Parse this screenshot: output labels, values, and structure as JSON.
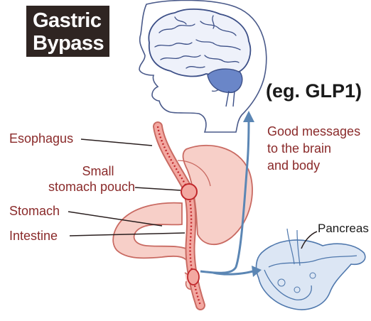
{
  "title": {
    "line1": "Gastric",
    "line2": "Bypass"
  },
  "labels": {
    "esophagus": "Esophagus",
    "small_pouch_line1": "Small",
    "small_pouch_line2": "stomach pouch",
    "stomach": "Stomach",
    "intestine": "Intestine",
    "pancreas": "Pancreas"
  },
  "hormone_label": "(eg. GLP1)",
  "messages": {
    "line1": "Good messages",
    "line2": "to the brain",
    "line3": "and body"
  },
  "colors": {
    "title_bg": "#2f2522",
    "label_text": "#8a2a2a",
    "stomach_fill": "#f7cfc8",
    "stomach_outline": "#c96a62",
    "gut_tube": "#e98a84",
    "dashed_line": "#c0262a",
    "arrow": "#5b86b4",
    "brain_line": "#3c4f87",
    "cerebellum": "#6a86c8",
    "pancreas": "#4f78ad"
  },
  "icons": {
    "head": "head-with-brain-icon",
    "organ": "pancreas-icon"
  }
}
